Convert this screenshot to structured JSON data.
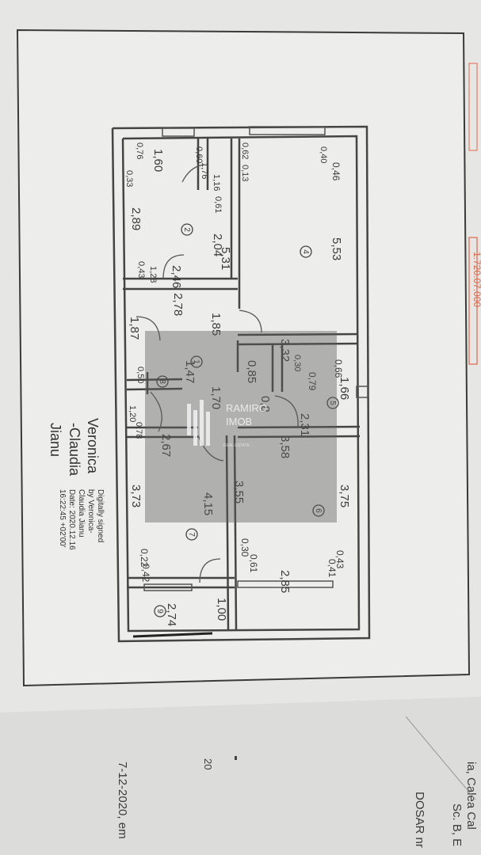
{
  "plan": {
    "dimensions": [
      "1,60",
      "0,76",
      "0,33",
      "0,60",
      "1,76",
      "1,16",
      "0,61",
      "0,62",
      "0,13",
      "0,40",
      "0,46",
      "2,89",
      "2,04",
      "5,31",
      "5,53",
      "0,43",
      "1,28",
      "2,46",
      "2,78",
      "1,87",
      "1,85",
      "3,32",
      "1,47",
      "0,85",
      "0,30",
      "0,79",
      "0,66",
      "1,66",
      "0,50",
      "1,70",
      "0,8",
      "1,20",
      "0,78",
      "2,31",
      "2,67",
      "3,58",
      "3,73",
      "4,15",
      "3,55",
      "3,75",
      "0,22",
      "0,42",
      "0,30",
      "0,61",
      "0,43",
      "0,41",
      "2,85",
      "1,00",
      "2,74"
    ],
    "rooms": [
      "1",
      "2",
      "4",
      "5",
      "6",
      "7",
      "8",
      "9"
    ]
  },
  "signature": {
    "name_line1": "Veronica",
    "name_line2": "-Claudia",
    "name_line3": "Jianu",
    "note_line1": "Digitally signed",
    "note_line2": "by Veronica-",
    "note_line3": "Claudia Jianu",
    "note_line4": "Date: 2020.12.16",
    "note_line5": "16:22:45 +02'00'"
  },
  "watermark": {
    "brand": "RAMIRO",
    "brand2": "IMOB",
    "tagline": "REAL ESTATE"
  },
  "page_fragments": {
    "frag1": "ia, Calea Cal",
    "frag2": "Sc. B, E",
    "frag3": "DOSAR nr",
    "frag4": "7-12-2020, em",
    "frag5": "20",
    "frag6": "1.720.07.000"
  },
  "colors": {
    "paper": "#ececea",
    "line": "#4a4a4a",
    "text": "#3a3a3a",
    "watermark": "#6b6b6b",
    "stamp": "#e0664a"
  }
}
